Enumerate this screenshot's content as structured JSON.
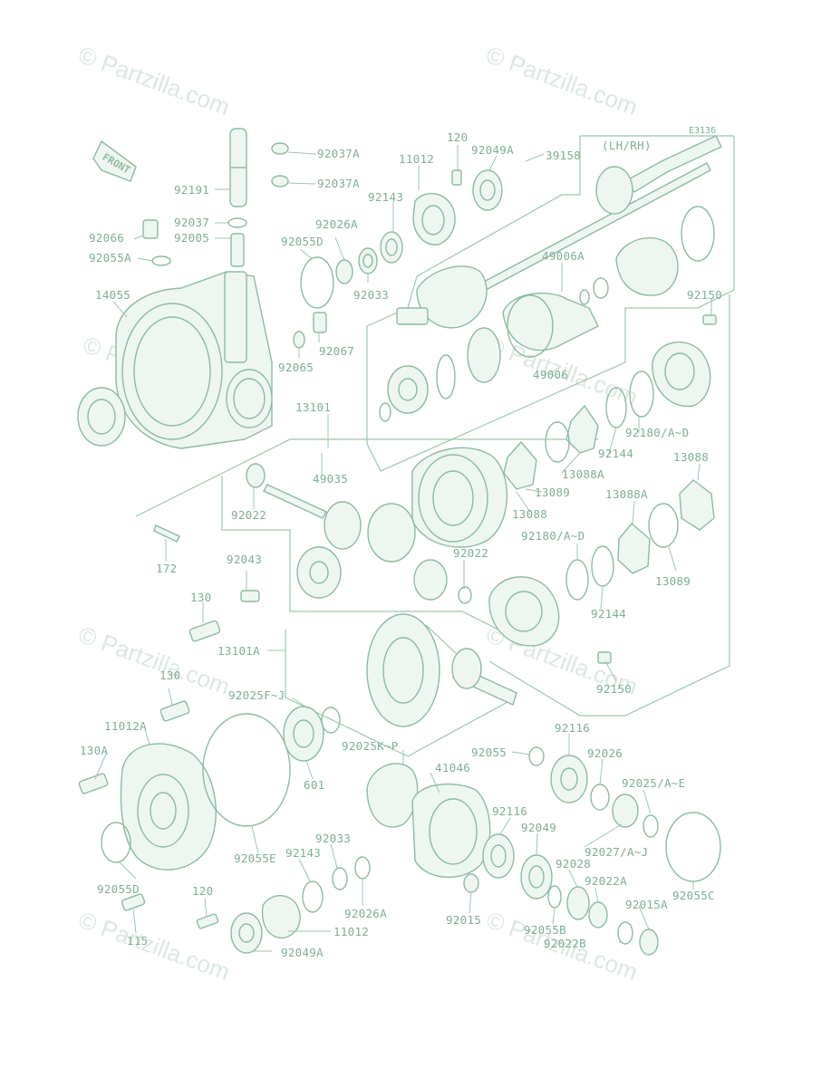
{
  "diagram": {
    "code": "E3136",
    "side_note": "(LH/RH)",
    "front_label": "FRONT",
    "watermark": "© Partzilla.com",
    "labels": [
      {
        "key": "l1",
        "text": "92037A"
      },
      {
        "key": "l2",
        "text": "92037A"
      },
      {
        "key": "l3",
        "text": "92191"
      },
      {
        "key": "l4",
        "text": "92037"
      },
      {
        "key": "l5",
        "text": "92005"
      },
      {
        "key": "l6",
        "text": "92066"
      },
      {
        "key": "l7",
        "text": "92055A"
      },
      {
        "key": "l8",
        "text": "14055"
      },
      {
        "key": "l9",
        "text": "120"
      },
      {
        "key": "l10",
        "text": "11012"
      },
      {
        "key": "l11",
        "text": "92049A"
      },
      {
        "key": "l12",
        "text": "39158"
      },
      {
        "key": "l13",
        "text": "92143"
      },
      {
        "key": "l14",
        "text": "92026A"
      },
      {
        "key": "l15",
        "text": "92055D"
      },
      {
        "key": "l16",
        "text": "92033"
      },
      {
        "key": "l17",
        "text": "49006A"
      },
      {
        "key": "l18",
        "text": "92150"
      },
      {
        "key": "l19",
        "text": "92067"
      },
      {
        "key": "l20",
        "text": "92065"
      },
      {
        "key": "l21",
        "text": "49006"
      },
      {
        "key": "l22",
        "text": "13101"
      },
      {
        "key": "l23",
        "text": "49035"
      },
      {
        "key": "l24",
        "text": "92022"
      },
      {
        "key": "l25",
        "text": "92180/A~D"
      },
      {
        "key": "l26",
        "text": "92144"
      },
      {
        "key": "l27",
        "text": "13088A"
      },
      {
        "key": "l28",
        "text": "13089"
      },
      {
        "key": "l29",
        "text": "13088"
      },
      {
        "key": "l30",
        "text": "13088"
      },
      {
        "key": "l31",
        "text": "13088A"
      },
      {
        "key": "l32",
        "text": "172"
      },
      {
        "key": "l33",
        "text": "92043"
      },
      {
        "key": "l34",
        "text": "92022"
      },
      {
        "key": "l35",
        "text": "92180/A~D"
      },
      {
        "key": "l36",
        "text": "13089"
      },
      {
        "key": "l37",
        "text": "130"
      },
      {
        "key": "l38",
        "text": "92144"
      },
      {
        "key": "l39",
        "text": "13101A"
      },
      {
        "key": "l40",
        "text": "92150"
      },
      {
        "key": "l41",
        "text": "130"
      },
      {
        "key": "l42",
        "text": "92025F~J"
      },
      {
        "key": "l43",
        "text": "11012A"
      },
      {
        "key": "l44",
        "text": "92025K~P"
      },
      {
        "key": "l45",
        "text": "92055"
      },
      {
        "key": "l46",
        "text": "92116"
      },
      {
        "key": "l47",
        "text": "92026"
      },
      {
        "key": "l48",
        "text": "130A"
      },
      {
        "key": "l49",
        "text": "601"
      },
      {
        "key": "l50",
        "text": "41046"
      },
      {
        "key": "l51",
        "text": "92025/A~E"
      },
      {
        "key": "l52",
        "text": "92116"
      },
      {
        "key": "l53",
        "text": "92049"
      },
      {
        "key": "l54",
        "text": "92033"
      },
      {
        "key": "l55",
        "text": "92143"
      },
      {
        "key": "l56",
        "text": "92055E"
      },
      {
        "key": "l57",
        "text": "92027/A~J"
      },
      {
        "key": "l58",
        "text": "92028"
      },
      {
        "key": "l59",
        "text": "92022A"
      },
      {
        "key": "l60",
        "text": "92055D"
      },
      {
        "key": "l61",
        "text": "120"
      },
      {
        "key": "l62",
        "text": "92026A"
      },
      {
        "key": "l63",
        "text": "92055C"
      },
      {
        "key": "l64",
        "text": "92015"
      },
      {
        "key": "l65",
        "text": "92015A"
      },
      {
        "key": "l66",
        "text": "11012"
      },
      {
        "key": "l67",
        "text": "92055B"
      },
      {
        "key": "l68",
        "text": "92022B"
      },
      {
        "key": "l69",
        "text": "115"
      },
      {
        "key": "l70",
        "text": "92049A"
      }
    ]
  }
}
